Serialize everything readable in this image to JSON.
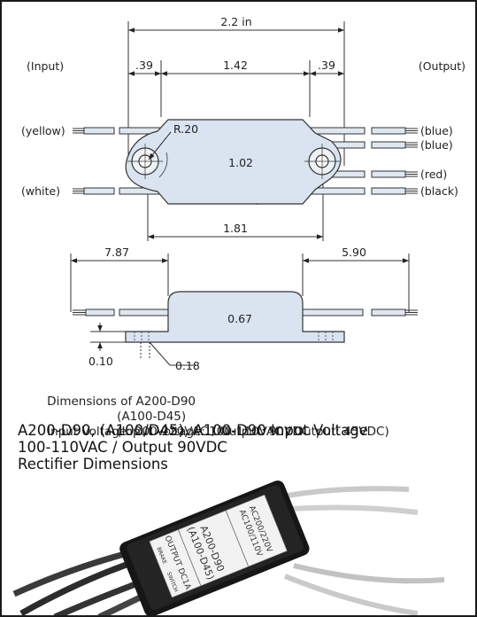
{
  "drawing": {
    "top_view": {
      "overall_width": "2.2 in",
      "left_spacing": ".39",
      "center_spacing": "1.42",
      "right_spacing": ".39",
      "height": "1.02",
      "mount_span": "1.81",
      "radius": "R.20",
      "input_label": "(Input)",
      "output_label": "(Output)",
      "wire_labels_left": [
        "(yellow)",
        "(white)"
      ],
      "wire_labels_right": [
        "(blue)",
        "(blue)",
        "(red)",
        "(black)"
      ]
    },
    "side_view": {
      "left_lead": "7.87",
      "right_lead": "5.90",
      "body_height": "0.67",
      "flange_thickness": "0.10",
      "hole": "0.18"
    }
  },
  "captions": {
    "line1_model": "Dimensions of A200-D90",
    "line1_spec": "Input Voltage: 200-220VAC / Output: 90VDC",
    "line2_model": "(A100-D45)",
    "line2_spec": "(Input Voltage: 100-110VAC / Output: 45VDC)"
  },
  "title_lines": [
    "A200-D90, (A100/D45), A100-D90 Input Voltage",
    "100-110VAC / Output 90VDC",
    "Rectifier Dimensions"
  ],
  "photo_labels": {
    "model_a": "A200-D90",
    "model_b": "(A100-D45)",
    "rating_a": "AC200/220V",
    "rating_b": "AC100/110V",
    "output": "OUTPUT DC1A",
    "brake": "BRAKE",
    "switch": "SWITCH"
  }
}
